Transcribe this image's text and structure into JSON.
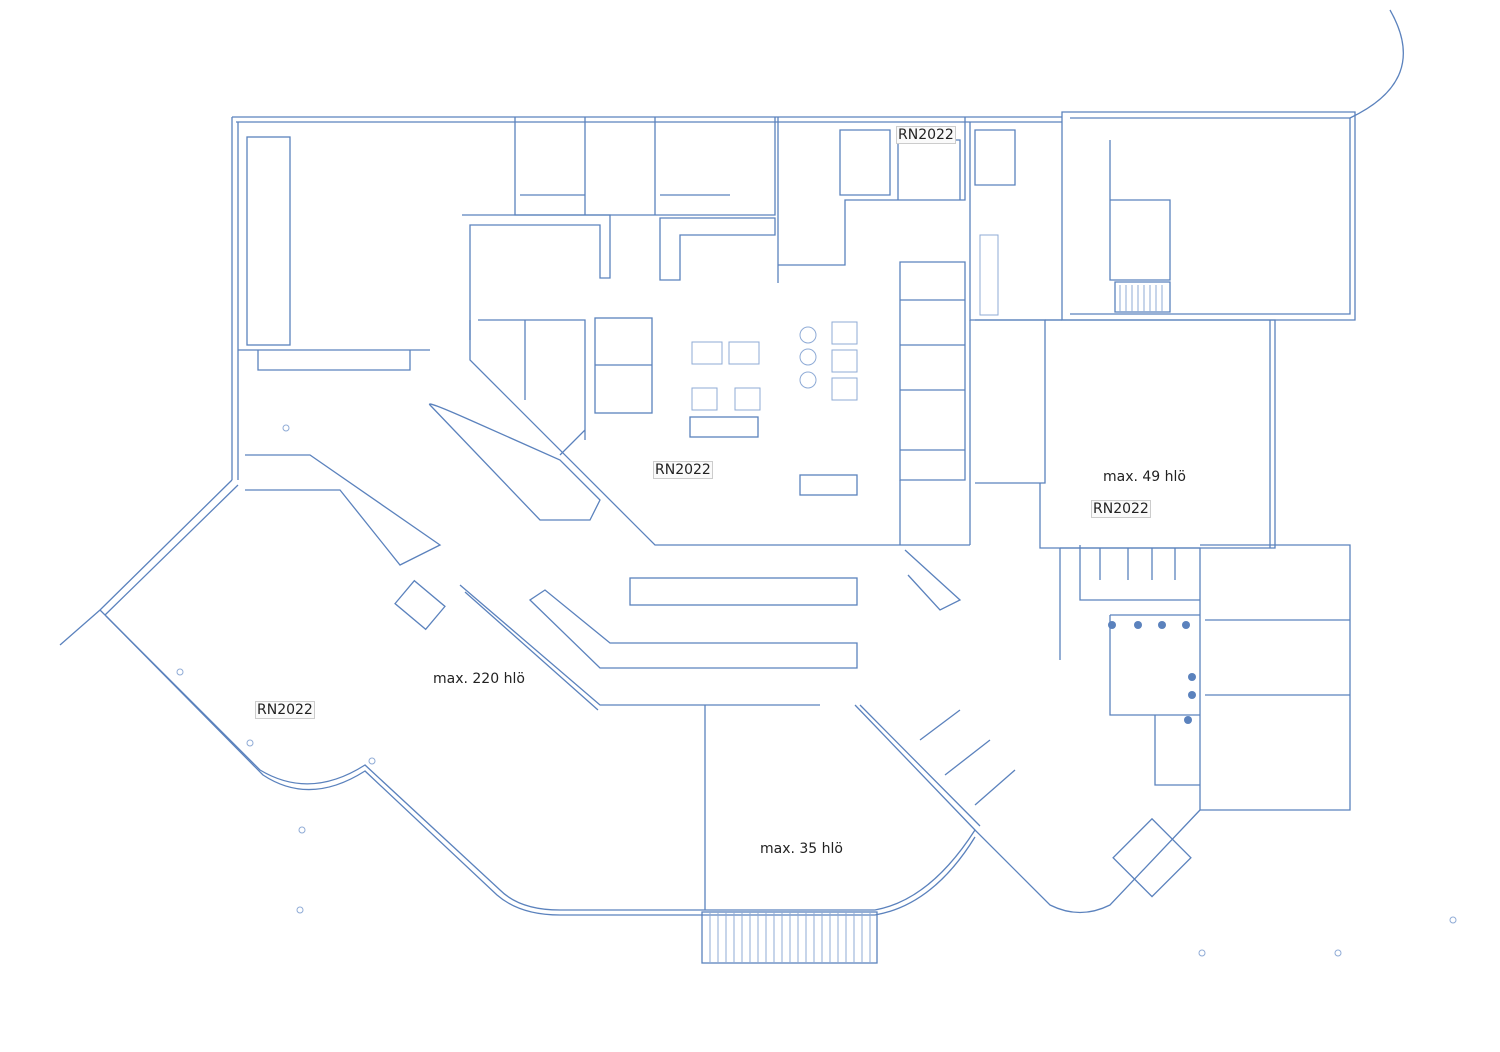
{
  "plan": {
    "labels": {
      "rn_top": "RN2022",
      "rn_center": "RN2022",
      "rn_right": "RN2022",
      "rn_left": "RN2022",
      "cap_main_hall": "max. 220 hlö",
      "cap_right_room": "max. 49 hlö",
      "cap_small_room": "max. 35 hlö"
    },
    "colors": {
      "line": "#5b82bd",
      "text": "#222222"
    }
  }
}
